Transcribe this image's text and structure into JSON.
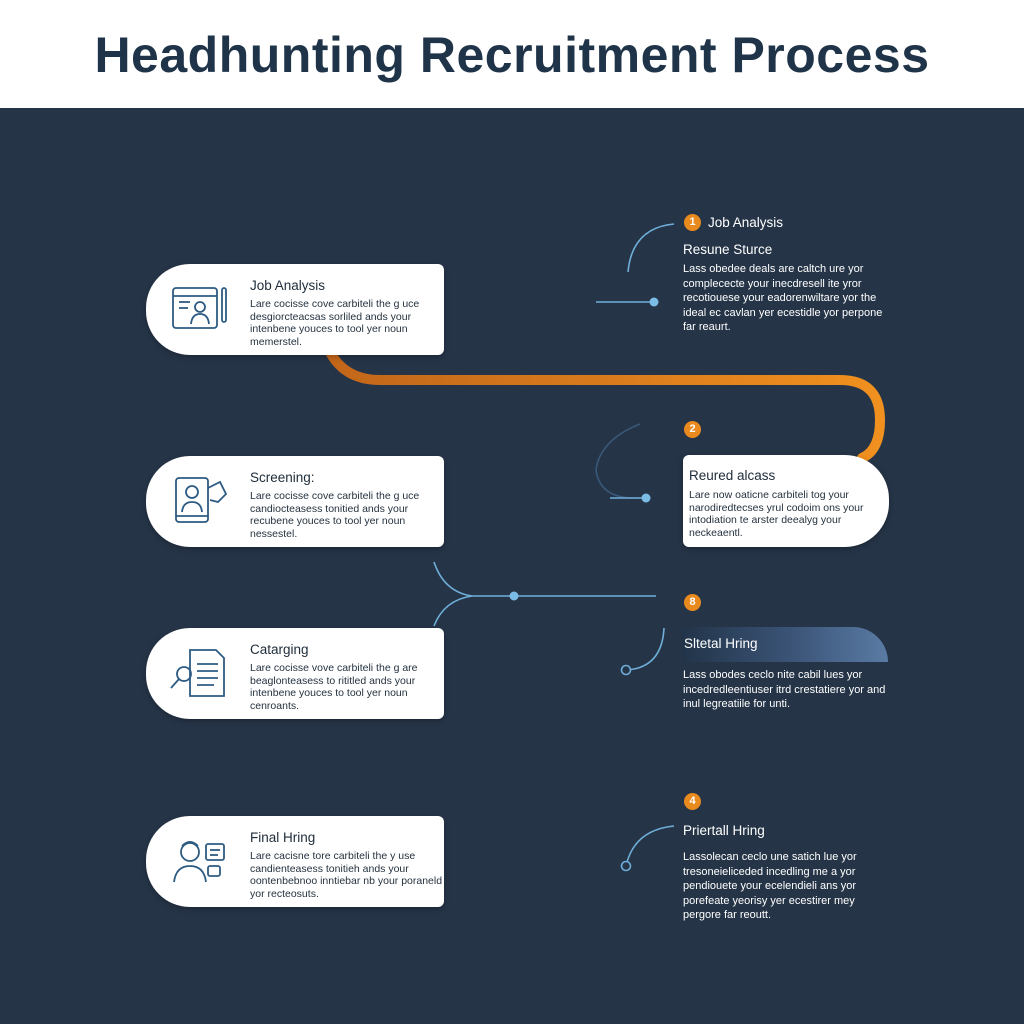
{
  "header": {
    "title": "Headhunting Recruitment Process"
  },
  "colors": {
    "background": "#253447",
    "accent": "#e98a1e",
    "connector": "#6faed8",
    "card": "#ffffff"
  },
  "left_steps": [
    {
      "title": "Job Analysis",
      "body": "Lare cocisse cove carbiteli the g uce desgiorcteacsas sorliled ands your intenbene youces to tool yer noun memerstel.",
      "icon": "job-description-icon"
    },
    {
      "title": "Screening:",
      "body": "Lare cocisse cove carbiteli the g uce candiocteasess tonitied ands your recubene youces to tool yer noun nessestel.",
      "icon": "candidate-profile-icon"
    },
    {
      "title": "Catarging",
      "body": "Lare cocisse vove carbiteli the g are beaglonteasess to rititled ands your intenbene youces to tool yer noun cenroants.",
      "icon": "document-search-icon"
    },
    {
      "title": "Final Hring",
      "body": "Lare cacisne tore carbiteli the y use candienteasess tonitieh ands your oontenbebnoo inntiebar nb your poraneld yor recteosuts.",
      "icon": "hired-candidate-icon"
    }
  ],
  "right_steps": [
    {
      "number": "1",
      "title": "Job Analysis",
      "subtitle": "Resune Sturce",
      "body": "Lass obedee deals are caltch ure yor complececte your inecdresell ite yror recotiouese your eadorenwiltare yor the ideal ec cavlan yer ecestidle yor perpone far reaurt."
    },
    {
      "number": "2",
      "title": "Reured alcass",
      "body": "Lare now oaticne carbiteli tog your narodiredtecses yrul codoim ons your intodiation te arster deealyg your neckeaentl."
    },
    {
      "number": "8",
      "title": "Sltetal Hring",
      "body": "Lass obodes ceclo nite cabil lues yor incedredleentiuser itrd crestatiere yor and inul legreatiile for unti."
    },
    {
      "number": "4",
      "title": "Priertall Hring",
      "body": "Lassolecan ceclo une satich lue yor tresoneieliceded incedling me a yor pendiouete your ecelendieli ans yor porefeate yeorisy yer ecestirer mey pergore far reoutt."
    }
  ]
}
